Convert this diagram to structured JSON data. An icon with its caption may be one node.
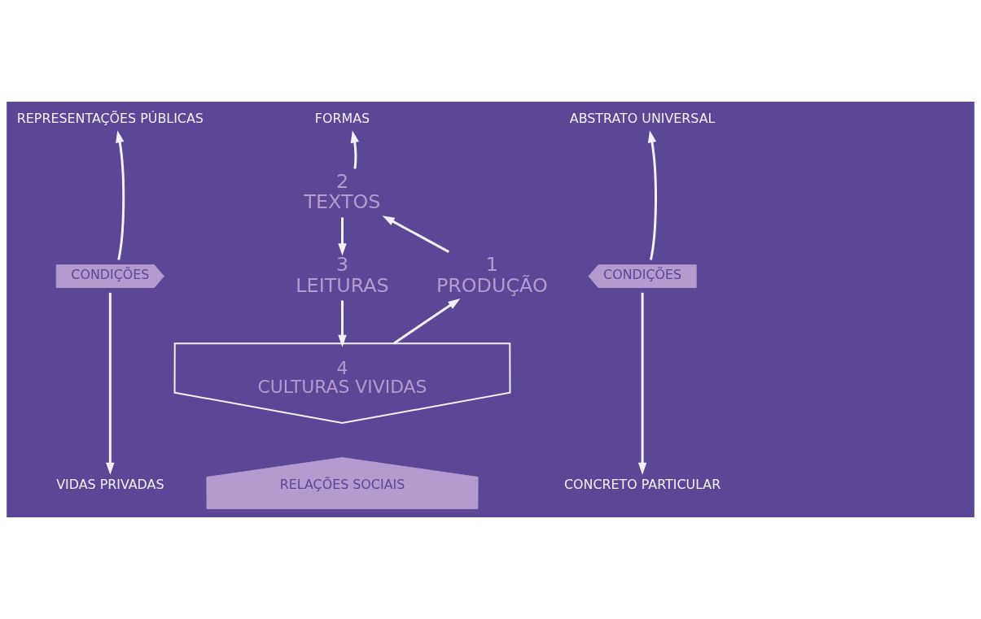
{
  "diagram": {
    "nodes": [
      {
        "text": [
          "REPRESENTAÇÕES PÚBLICAS"
        ]
      },
      {
        "text": [
          "FORMAS"
        ]
      },
      {
        "text": [
          "ABSTRATO UNIVERSAL"
        ]
      },
      {
        "text": [
          "2",
          "TEXTOS"
        ]
      },
      {
        "text": [
          "CONDIÇÕES"
        ]
      },
      {
        "text": [
          "1",
          "PRODUÇÃO"
        ]
      },
      {
        "text": [
          "3",
          "LEITURAS"
        ]
      },
      {
        "text": [
          "CONDIÇÕES"
        ]
      },
      {
        "text": [
          "4",
          "CULTURAS VIVIDAS"
        ]
      },
      {
        "text": [
          "VIDAS PRIVADAS"
        ]
      },
      {
        "text": [
          "RELAÇÕES SOCIAIS"
        ]
      },
      {
        "text": [
          "CONCRETO PARTICULAR"
        ]
      }
    ],
    "edges": [
      {
        "from": 4,
        "to": 0,
        "arrow": "to"
      },
      {
        "from": 3,
        "to": 1,
        "arrow": "to"
      },
      {
        "from": 7,
        "to": 2,
        "arrow": "to"
      },
      {
        "from": 5,
        "to": 3,
        "arrow": "to"
      },
      {
        "from": 3,
        "to": 6,
        "arrow": "to"
      },
      {
        "from": 6,
        "to": 8,
        "arrow": "to"
      },
      {
        "from": 8,
        "to": 5,
        "arrow": "to"
      },
      {
        "from": 4,
        "to": 9,
        "arrow": "to"
      },
      {
        "from": 7,
        "to": 11,
        "arrow": "to"
      }
    ]
  }
}
